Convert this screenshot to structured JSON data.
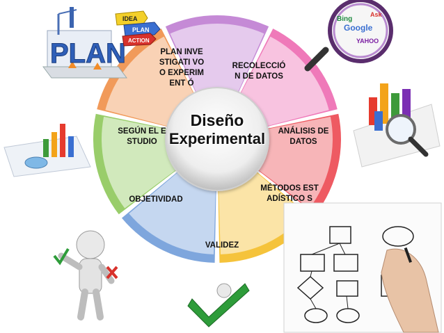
{
  "center": {
    "line1": "Diseño",
    "line2": "Experimental"
  },
  "segments": [
    {
      "id": "plan",
      "label": "PLAN INVESTIGATI VO O EXPERIMENT Ó",
      "color": "#c58ad6"
    },
    {
      "id": "recoleccion",
      "label": "RECOLECCIÓ N DE DATOS",
      "color": "#ef79b9"
    },
    {
      "id": "analisis",
      "label": "ANÁLISIS DE DATOS",
      "color": "#ee5a62"
    },
    {
      "id": "metodos",
      "label": "MÉTODOS ESTADÍSTICO S",
      "color": "#f5c33b"
    },
    {
      "id": "validez",
      "label": "VALIDEZ",
      "color": "#7ea6dd"
    },
    {
      "id": "objetividad",
      "label": "OBJETIVIDAD",
      "color": "#99cd6a"
    },
    {
      "id": "segun",
      "label": "SEGÚN EL ESTUDIO",
      "color": "#f19a5a"
    }
  ],
  "illustrations": {
    "plan_word": "PLAN",
    "arrows": [
      "IDEA",
      "PLAN",
      "ACTION"
    ],
    "search_words": [
      "Google",
      "Bing",
      "YAHOO",
      "Ask"
    ]
  }
}
